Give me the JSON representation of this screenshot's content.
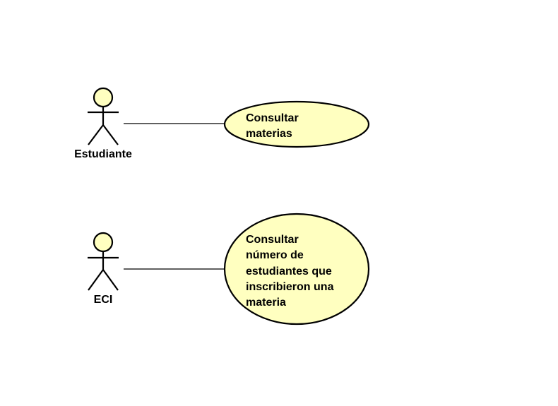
{
  "diagram": {
    "type": "use-case",
    "colors": {
      "fill": "#ffffc0",
      "stroke": "#000000",
      "background": "#ffffff"
    },
    "actors": [
      {
        "id": "estudiante",
        "label": "Estudiante"
      },
      {
        "id": "eci",
        "label": "ECI"
      }
    ],
    "use_cases": [
      {
        "id": "uc1",
        "lines": [
          "Consultar",
          "materias"
        ]
      },
      {
        "id": "uc2",
        "lines": [
          "Consultar",
          "número de",
          "estudiantes que",
          "inscribieron una",
          "materia"
        ]
      }
    ],
    "associations": [
      {
        "from": "estudiante",
        "to": "uc1"
      },
      {
        "from": "eci",
        "to": "uc2"
      }
    ]
  }
}
